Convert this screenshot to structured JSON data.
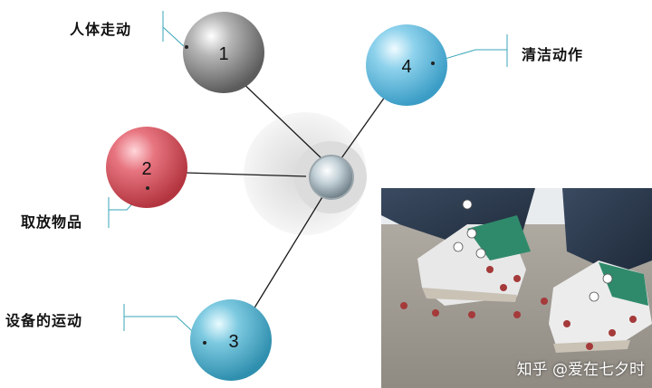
{
  "nodes": [
    {
      "id": "1",
      "number": "1",
      "label": "人体走动",
      "color": "#8a8a8a"
    },
    {
      "id": "2",
      "number": "2",
      "label": "取放物品",
      "color": "#d9545e"
    },
    {
      "id": "3",
      "number": "3",
      "label": "设备的运动",
      "color": "#4ab3d1"
    },
    {
      "id": "4",
      "number": "4",
      "label": "清洁动作",
      "color": "#5cb8dc"
    }
  ],
  "watermark": "知乎 @爱在七夕时",
  "photo_icon": "shoe-walking-photo",
  "colors": {
    "hub": "#c9d3d8",
    "halo": "#e6e6e6",
    "line": "#1a1a1a",
    "leader": "#3aa6b9"
  }
}
